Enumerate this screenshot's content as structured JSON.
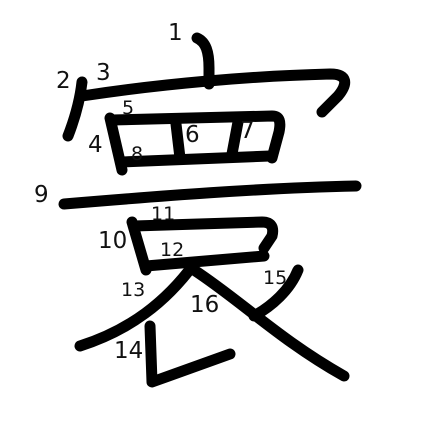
{
  "character": "寰",
  "stroke_color": "#000000",
  "background_color": "#ffffff",
  "stroke_numbers": [
    "1",
    "2",
    "3",
    "4",
    "5",
    "6",
    "7",
    "8",
    "9",
    "10",
    "11",
    "12",
    "13",
    "14",
    "15",
    "16"
  ]
}
